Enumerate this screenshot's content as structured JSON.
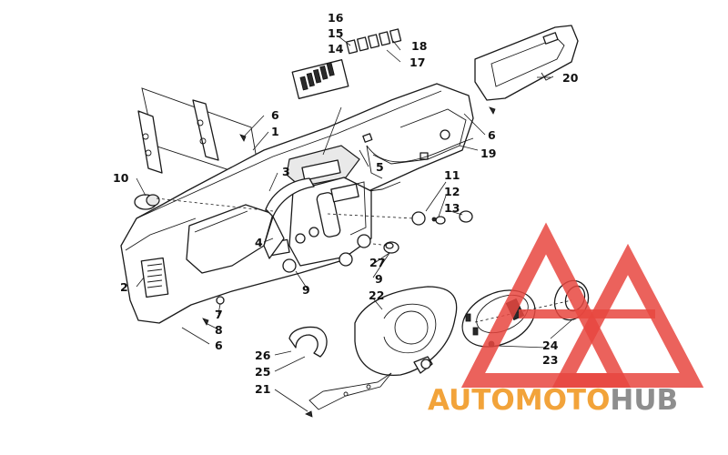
{
  "diagram": {
    "callouts": [
      {
        "id": "c1",
        "label": "1"
      },
      {
        "id": "c2",
        "label": "2"
      },
      {
        "id": "c3",
        "label": "3"
      },
      {
        "id": "c4",
        "label": "4"
      },
      {
        "id": "c5",
        "label": "5"
      },
      {
        "id": "c6a",
        "label": "6"
      },
      {
        "id": "c6b",
        "label": "6"
      },
      {
        "id": "c6c",
        "label": "6"
      },
      {
        "id": "c7",
        "label": "7"
      },
      {
        "id": "c8",
        "label": "8"
      },
      {
        "id": "c9a",
        "label": "9"
      },
      {
        "id": "c9b",
        "label": "9"
      },
      {
        "id": "c10",
        "label": "10"
      },
      {
        "id": "c11",
        "label": "11"
      },
      {
        "id": "c12",
        "label": "12"
      },
      {
        "id": "c13",
        "label": "13"
      },
      {
        "id": "c14",
        "label": "14"
      },
      {
        "id": "c15",
        "label": "15"
      },
      {
        "id": "c16",
        "label": "16"
      },
      {
        "id": "c17",
        "label": "17"
      },
      {
        "id": "c18",
        "label": "18"
      },
      {
        "id": "c19",
        "label": "19"
      },
      {
        "id": "c20",
        "label": "20"
      },
      {
        "id": "c21",
        "label": "21"
      },
      {
        "id": "c22",
        "label": "22"
      },
      {
        "id": "c23",
        "label": "23"
      },
      {
        "id": "c24",
        "label": "24"
      },
      {
        "id": "c25",
        "label": "25"
      },
      {
        "id": "c26",
        "label": "26"
      },
      {
        "id": "c27",
        "label": "27"
      }
    ]
  },
  "watermark": {
    "word_auto": "AUTO",
    "word_moto": "MOTO",
    "word_hub": "HUB",
    "colors": {
      "red": "#e8473f",
      "orange": "#f2a33a",
      "grey": "#8e8e8e"
    }
  }
}
